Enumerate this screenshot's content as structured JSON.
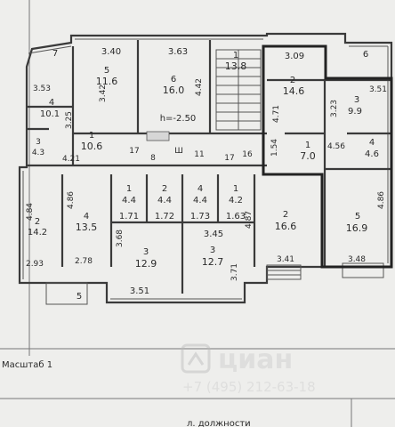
{
  "floor_plan": {
    "level_marker": "h=-2.50",
    "rooms": [
      {
        "id": "r7",
        "num": "7",
        "area": "",
        "dim": ""
      },
      {
        "id": "r5a",
        "num": "5",
        "area": "11.6",
        "dim": "3.40"
      },
      {
        "id": "r6a",
        "num": "6",
        "area": "16.0",
        "dim": "3.63"
      },
      {
        "id": "r1a",
        "num": "1",
        "area": "13.8",
        "dim": ""
      },
      {
        "id": "r4a",
        "num": "4",
        "area": "10.1",
        "dim": "3.53"
      },
      {
        "id": "r1b",
        "num": "1",
        "area": "10.6",
        "dim": ""
      },
      {
        "id": "r3a",
        "num": "3",
        "area": "4.3",
        "dim": ""
      },
      {
        "id": "r2a",
        "num": "2",
        "area": "14.6",
        "dim": "3.09"
      },
      {
        "id": "r6b",
        "num": "6",
        "area": "",
        "dim": ""
      },
      {
        "id": "r3b",
        "num": "3",
        "area": "9.9",
        "dim": "3.51"
      },
      {
        "id": "r1c",
        "num": "1",
        "area": "7.0",
        "dim": ""
      },
      {
        "id": "r4b",
        "num": "4",
        "area": "4.6",
        "dim": ""
      },
      {
        "id": "r2b",
        "num": "2",
        "area": "14.2",
        "dim": "4.84"
      },
      {
        "id": "r4c",
        "num": "4",
        "area": "13.5",
        "dim": "4.86"
      },
      {
        "id": "r1d",
        "num": "1",
        "area": "4.4",
        "dim": "1.71"
      },
      {
        "id": "r2c",
        "num": "2",
        "area": "4.4",
        "dim": "1.72"
      },
      {
        "id": "r4d",
        "num": "4",
        "area": "4.4",
        "dim": "1.73"
      },
      {
        "id": "r1e",
        "num": "1",
        "area": "4.2",
        "dim": "1.63"
      },
      {
        "id": "r2d",
        "num": "2",
        "area": "16.6",
        "dim": "4.87"
      },
      {
        "id": "r5b",
        "num": "5",
        "area": "16.9",
        "dim": "4.86"
      },
      {
        "id": "r3c",
        "num": "3",
        "area": "12.9",
        "dim": "3.68"
      },
      {
        "id": "r3d",
        "num": "3",
        "area": "12.7",
        "dim": "3.45"
      },
      {
        "id": "r5c",
        "num": "5",
        "area": "",
        "dim": ""
      }
    ],
    "dims": {
      "d_342": "3.42",
      "d_325": "3.25",
      "d_442": "4.42",
      "d_421": "4.21",
      "d_471": "4.71",
      "d_323": "3.23",
      "d_456": "4.56",
      "d_154": "1.54",
      "d_293": "2.93",
      "d_278": "2.78",
      "d_351": "3.51",
      "d_371": "3.71",
      "d_341": "3.41",
      "d_348": "3.48"
    },
    "corridor_labels": [
      "17",
      "8",
      "Ш",
      "11",
      "17",
      "16"
    ]
  },
  "footer": {
    "scale_label": "Масштаб 1",
    "signature_fragment": "л. должности"
  },
  "watermark": {
    "brand": "циан",
    "phone": "+7 (495) 212-63-18"
  },
  "colors": {
    "background": "#eeeeec",
    "wall": "#3a3a3a",
    "highlight": "#222222"
  }
}
